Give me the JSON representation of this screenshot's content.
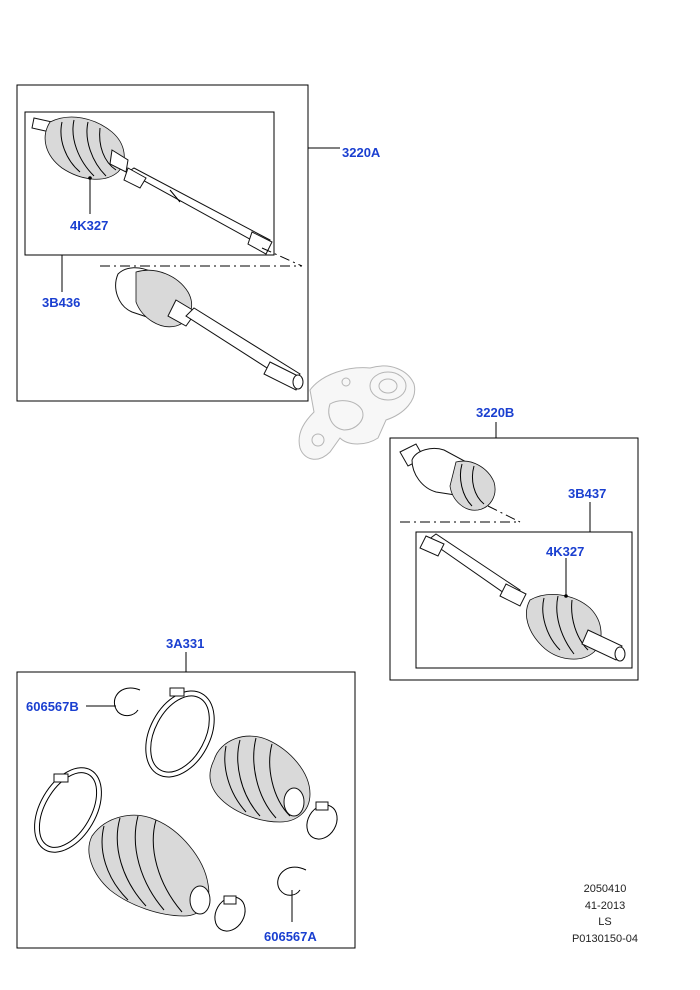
{
  "callouts": {
    "assy_front": "3220A",
    "boot_kit_outer_front": "4K327",
    "inner_joint_front": "3B436",
    "assy_rear": "3220B",
    "inner_joint_rear": "3B437",
    "boot_kit_outer_rear": "4K327",
    "boot_kit": "3A331",
    "clip_b": "606567B",
    "clip_a": "606567A"
  },
  "footer": {
    "line1": "2050410",
    "line2": "41-2013",
    "line3": "LS",
    "line4": "P0130150-04"
  },
  "colors": {
    "callout_text": "#1a3fd0",
    "line": "#000000",
    "ghost_part": "#b5b5b5"
  }
}
